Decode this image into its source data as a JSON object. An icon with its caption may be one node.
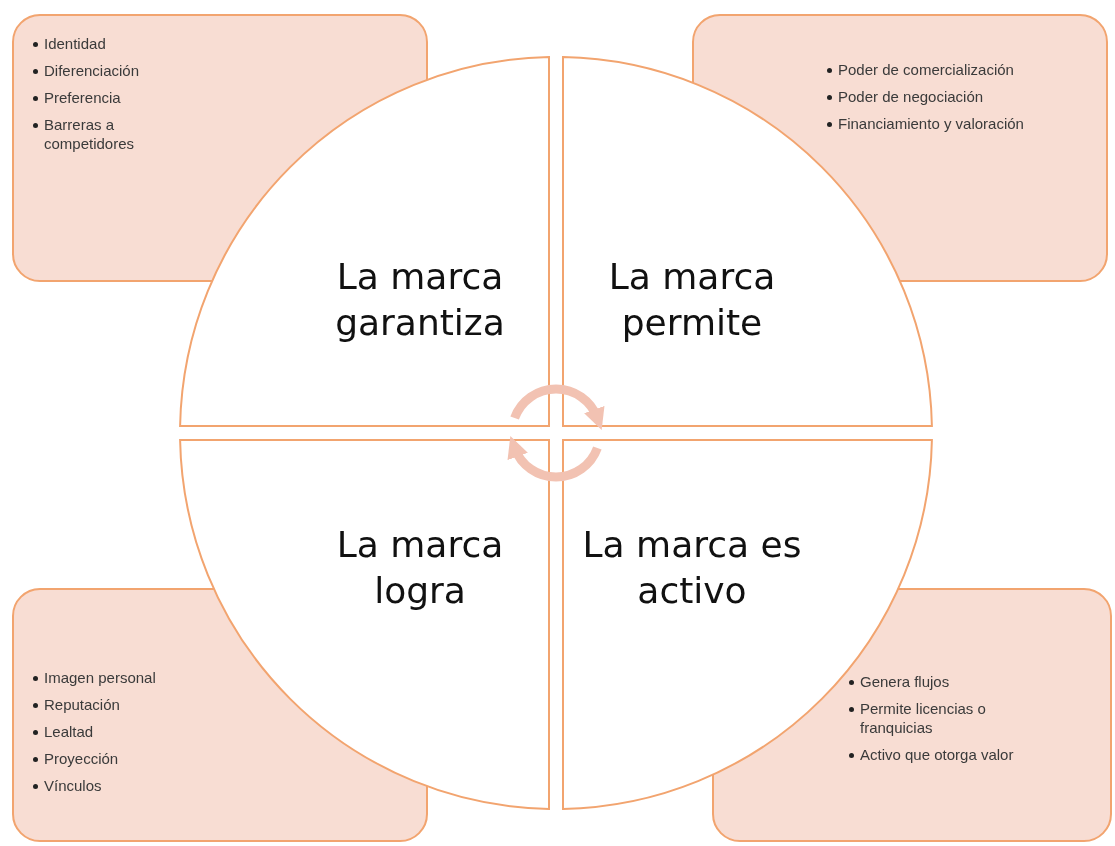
{
  "diagram": {
    "nodes": [
      {
        "text": [
          "Identidad",
          "Diferenciación",
          "Preferencia",
          "Barreras a competidores"
        ]
      },
      {
        "text": [
          "Poder de comercialización",
          "Poder de negociación",
          "Financiamiento y valoración"
        ]
      },
      {
        "text": [
          "Imagen personal",
          "Reputación",
          "Lealtad",
          "Proyección",
          "Vínculos"
        ]
      },
      {
        "text": [
          "Genera flujos",
          "Permite licencias o franquicias",
          "Activo que otorga valor"
        ]
      },
      {
        "text": [
          "La marca garantiza"
        ]
      },
      {
        "text": [
          "La marca permite"
        ]
      },
      {
        "text": [
          "La marca logra"
        ]
      },
      {
        "text": [
          "La marca es activo"
        ]
      }
    ],
    "edges": [
      {
        "from": 4,
        "to": 5,
        "arrow": "to"
      },
      {
        "from": 7,
        "to": 6,
        "arrow": "to"
      }
    ]
  }
}
